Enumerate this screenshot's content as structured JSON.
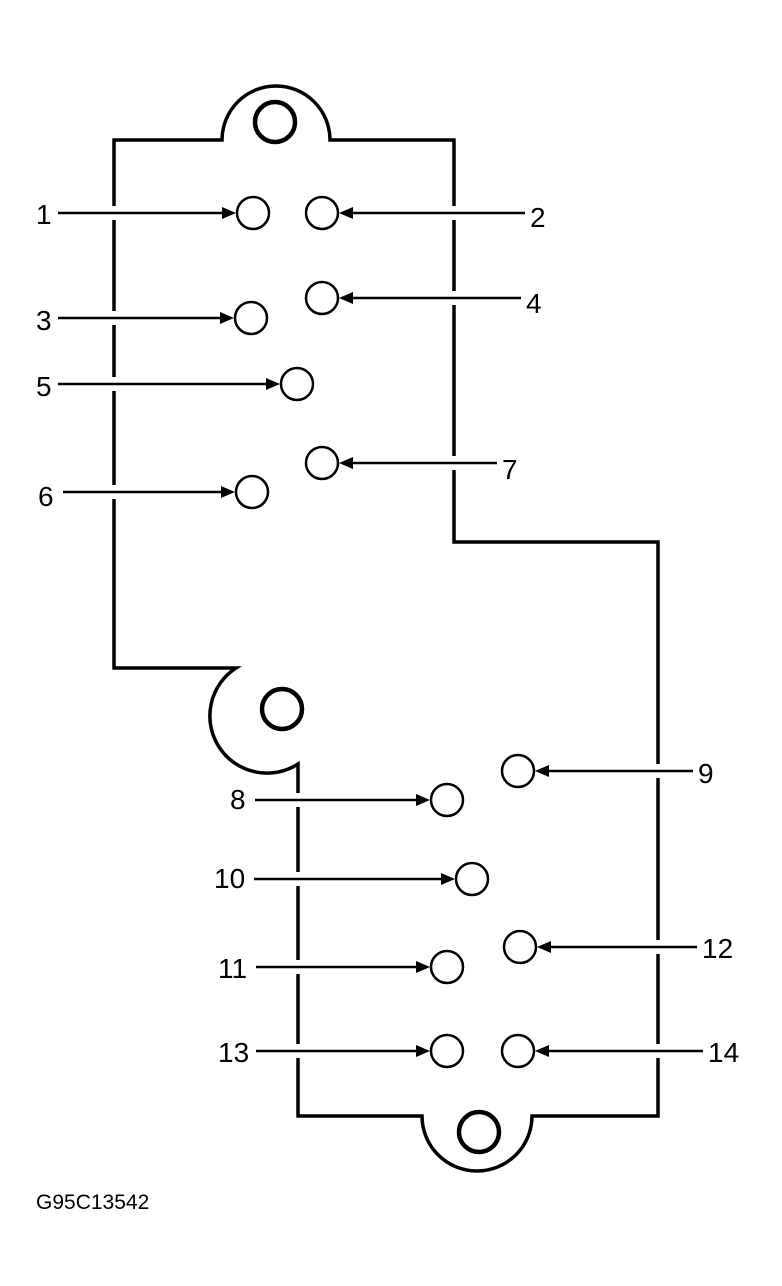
{
  "figure_code": "G95C13542",
  "terminals": [
    {
      "label": "1",
      "side": "left"
    },
    {
      "label": "2",
      "side": "right"
    },
    {
      "label": "3",
      "side": "left"
    },
    {
      "label": "4",
      "side": "right"
    },
    {
      "label": "5",
      "side": "left"
    },
    {
      "label": "6",
      "side": "left"
    },
    {
      "label": "7",
      "side": "right"
    },
    {
      "label": "8",
      "side": "left"
    },
    {
      "label": "9",
      "side": "right"
    },
    {
      "label": "10",
      "side": "left"
    },
    {
      "label": "11",
      "side": "left"
    },
    {
      "label": "12",
      "side": "right"
    },
    {
      "label": "13",
      "side": "left"
    },
    {
      "label": "14",
      "side": "right"
    }
  ],
  "mounting_holes": [
    "top",
    "middle",
    "bottom"
  ],
  "colors": {
    "line": "#000000",
    "background": "#ffffff"
  }
}
